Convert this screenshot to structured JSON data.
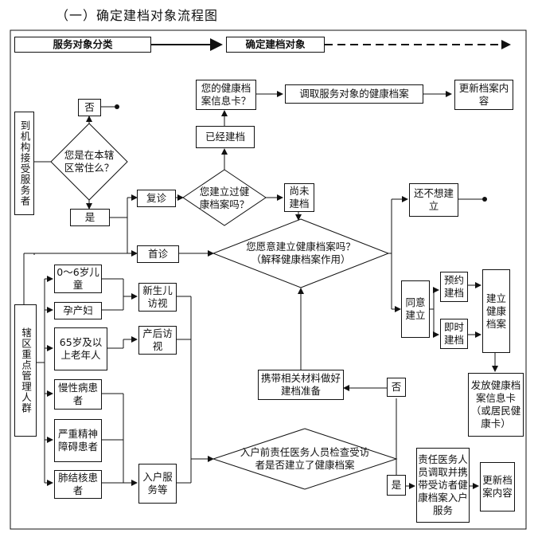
{
  "title": "（一）确定建档对象流程图",
  "header": {
    "left": "服务对象分类",
    "right": "确定建档对象"
  },
  "side": {
    "walkin": "到机构接受服务者",
    "managed": "辖区重点管理人群"
  },
  "nodes": {
    "no_top": "否",
    "resident_q": "您是在本辖区常住么？",
    "yes_left": "是",
    "revisit": "复诊",
    "first": "首诊",
    "built_q": "您建立过健康档案吗？",
    "already": "已经建档",
    "card_q": "您的健康档案信息卡？",
    "retrieve": "调取服务对象的健康档案",
    "update1": "更新档案内容",
    "not_yet": "尚未建档",
    "willing_q": "您愿意建立健康档案吗？（解释健康档案作用）",
    "not_want": "还不想建立",
    "agree": "同意建立",
    "appoint": "预约建档",
    "immediate": "即时建档",
    "build": "建立健康档案",
    "issue_card": "发放健康档案信息卡（或居民健康卡）",
    "child": "0～6岁儿童",
    "pregnant": "孕产妇",
    "elderly": "65岁及以上老年人",
    "chronic": "慢性病患者",
    "mental": "严重精神障碍患者",
    "tb": "肺结核患者",
    "newborn": "新生儿访视",
    "postpartum": "产后访视",
    "homecare": "入户服务等",
    "prepare": "携带相关材料做好建档准备",
    "no_right": "否",
    "home_q": "入户前责任医务人员检查受访者是否建立了健康档案",
    "yes_right": "是",
    "doctor_retrieve": "责任医务人员调取并携带受访者健康档案入户服务",
    "update2": "更新档案内容"
  }
}
